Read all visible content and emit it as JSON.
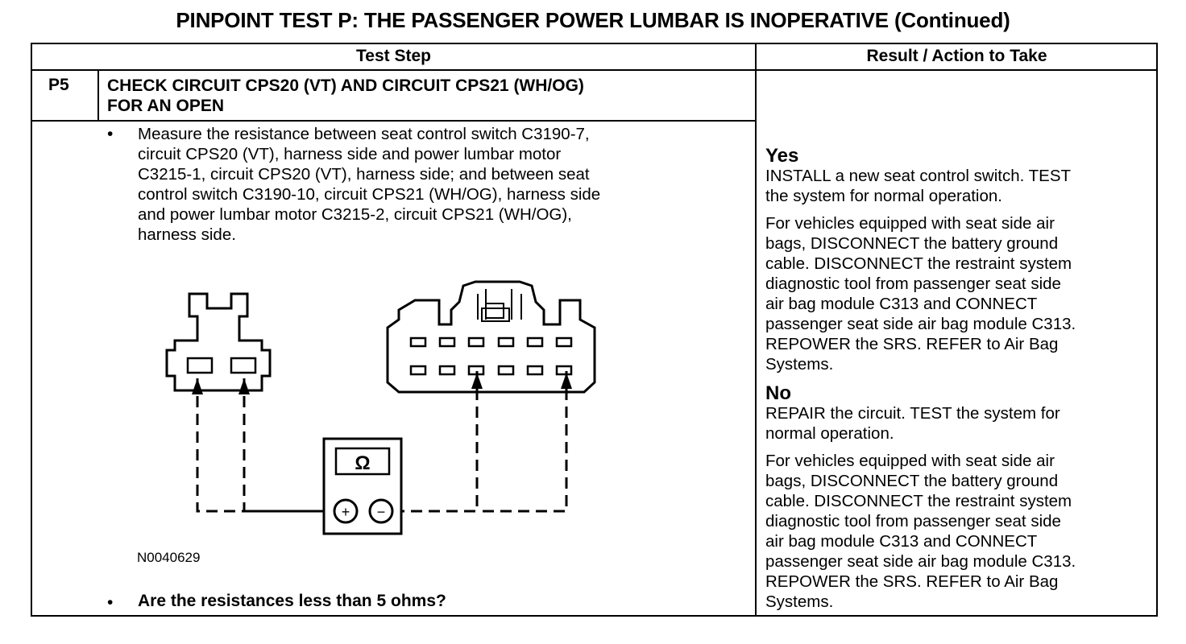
{
  "title": "PINPOINT TEST  P: THE PASSENGER POWER LUMBAR IS INOPERATIVE (Continued)",
  "table": {
    "col_test_step": "Test Step",
    "col_result": "Result / Action to Take",
    "step": {
      "number": "P5",
      "title_line1": "CHECK CIRCUIT CPS20 (VT) AND CIRCUIT CPS21 (WH/OG)",
      "title_line2": "FOR AN OPEN",
      "bullet": "•",
      "instruction_lines": [
        "Measure the resistance between seat control switch C3190-7,",
        "circuit CPS20 (VT), harness side and power lumbar motor",
        "C3215-1, circuit CPS20 (VT), harness side; and between seat",
        "control  switch C3190-10, circuit CPS21 (WH/OG), harness side",
        "and power lumbar motor C3215-2, circuit CPS21 (WH/OG),",
        "harness side."
      ],
      "figure_id": "N0040629",
      "meter_symbol": "Ω",
      "meter_plus": "+",
      "meter_minus": "−",
      "question": "Are the resistances less than 5 ohms?"
    },
    "result": {
      "yes_head": "Yes",
      "yes_lines1": [
        "INSTALL a new seat control switch. TEST",
        "the system for normal operation."
      ],
      "yes_lines2": [
        "For vehicles equipped with seat side air",
        "bags, DISCONNECT the battery ground",
        "cable. DISCONNECT the restraint system",
        "diagnostic tool from passenger seat side",
        "air bag module C313 and CONNECT",
        "passenger seat side air bag module C313.",
        "REPOWER the  SRS. REFER to Air Bag",
        "Systems."
      ],
      "no_head": "No",
      "no_lines1": [
        "REPAIR the circuit. TEST the system for",
        "normal operation."
      ],
      "no_lines2": [
        "For vehicles equipped with seat side air",
        "bags, DISCONNECT the battery ground",
        "cable. DISCONNECT the restraint system",
        "diagnostic tool from passenger seat side",
        "air bag module C313 and CONNECT",
        "passenger seat side air bag module C313.",
        "REPOWER the  SRS. REFER to Air Bag",
        "Systems."
      ]
    }
  }
}
